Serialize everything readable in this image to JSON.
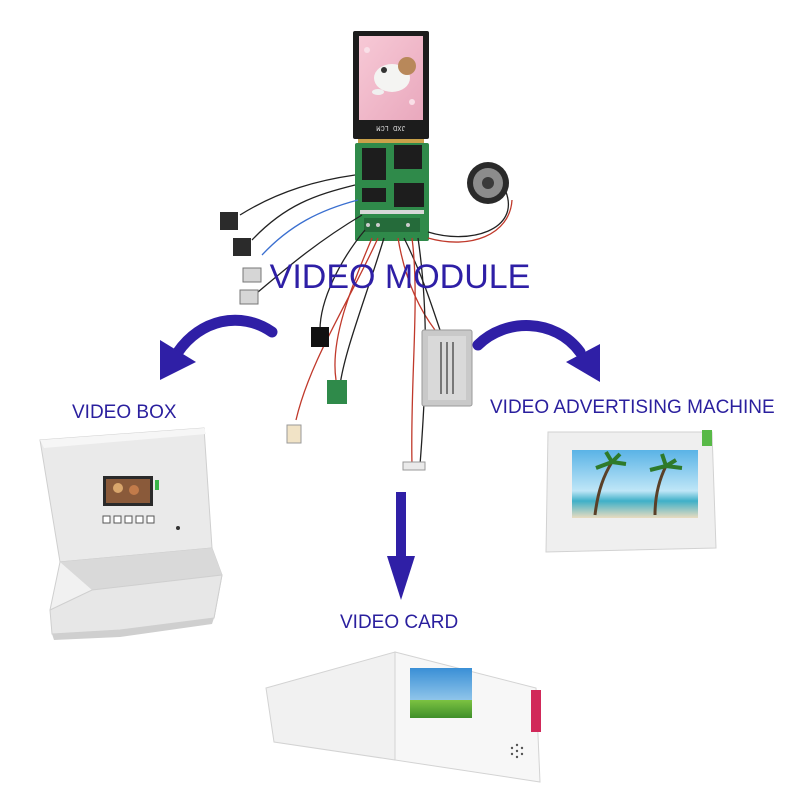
{
  "title": "VIDEO MODULE",
  "nodes": {
    "video_box": "VIDEO BOX",
    "video_advertising_machine": "VIDEO ADVERTISING MACHINE",
    "video_card": "VIDEO CARD"
  },
  "lcd_marking": "JXD LCM",
  "colors": {
    "label": "#2a1f9e",
    "arrow": "#2f1fa6",
    "pcb": "#2f8a4a"
  }
}
